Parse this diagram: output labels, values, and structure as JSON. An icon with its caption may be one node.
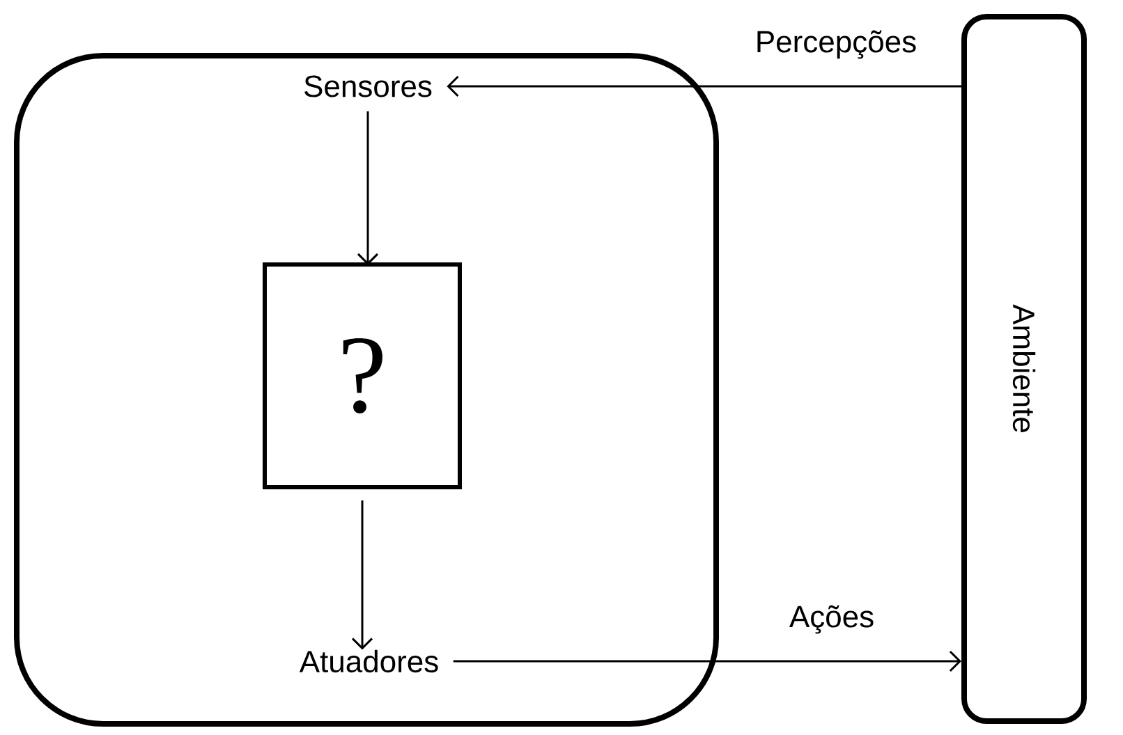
{
  "diagram": {
    "nodes": [
      {
        "text": [],
        "shape": "box"
      },
      {
        "text": [
          "Sensores"
        ],
        "in": 0
      },
      {
        "text": [
          "?"
        ],
        "in": 0
      },
      {
        "text": [
          "Atuadores"
        ],
        "in": 0
      },
      {
        "text": [
          "Ambiente"
        ]
      }
    ],
    "edges": [
      {
        "from": 4,
        "to": 1,
        "arrow": "to",
        "label": "Percepções"
      },
      {
        "from": 1,
        "to": 2,
        "arrow": "to"
      },
      {
        "from": 2,
        "to": 3,
        "arrow": "to"
      },
      {
        "from": 3,
        "to": 4,
        "arrow": "to",
        "label": "Ações"
      }
    ]
  }
}
